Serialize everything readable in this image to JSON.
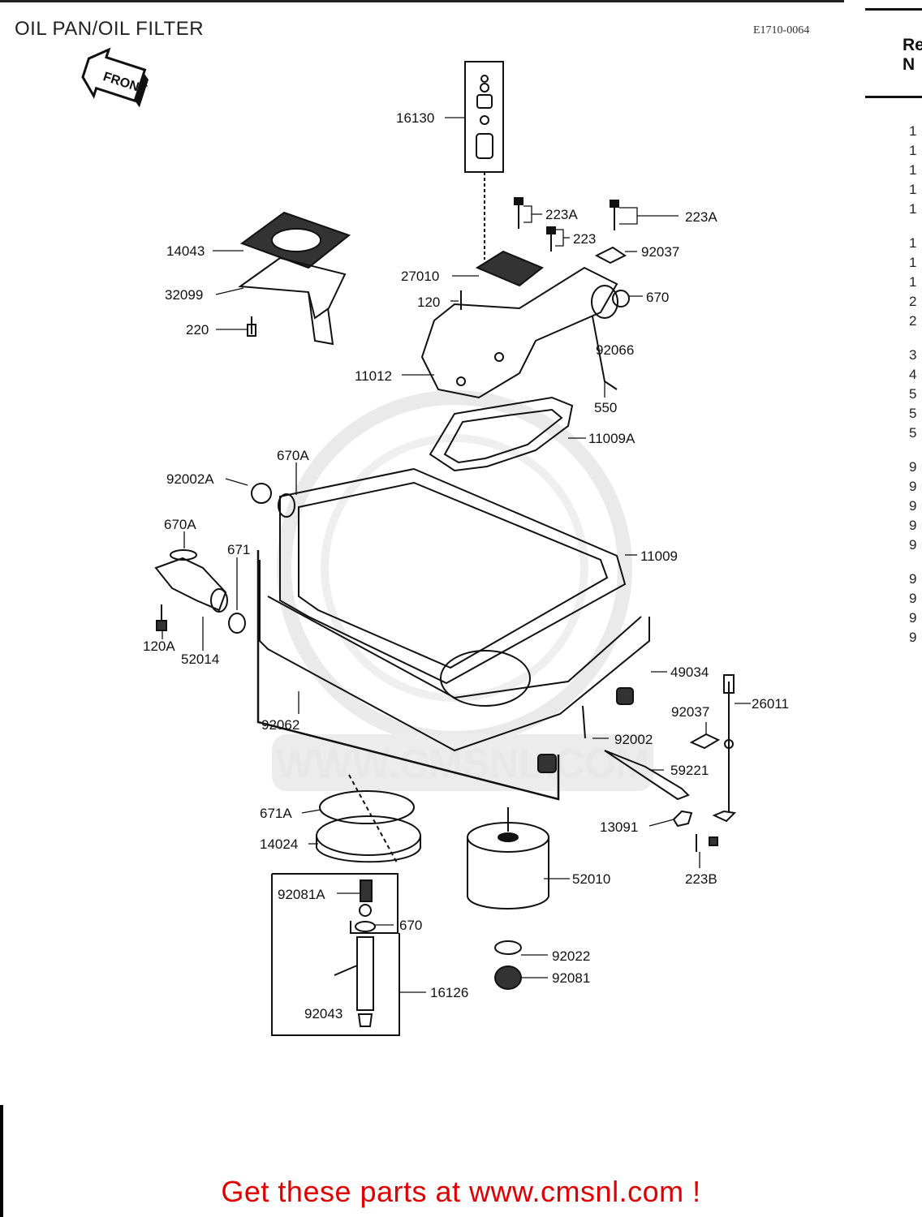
{
  "header": {
    "title": "OIL PAN/OIL FILTER",
    "diagram_code": "E1710-0064"
  },
  "watermark": "WWW.CMSNL.COM",
  "front_tag": "FRONT",
  "side_column": {
    "heading": "Re\nN",
    "items": [
      "1",
      "1",
      "1",
      "1",
      "1",
      "1",
      "1",
      "1",
      "2",
      "2",
      "3",
      "4",
      "5",
      "5",
      "5",
      "9",
      "9",
      "9",
      "9",
      "9",
      "9",
      "9",
      "9",
      "9"
    ]
  },
  "part_labels": [
    {
      "id": "p16130",
      "text": "16130"
    },
    {
      "id": "p223A1",
      "text": "223A"
    },
    {
      "id": "p223A2",
      "text": "223A"
    },
    {
      "id": "p223",
      "text": "223"
    },
    {
      "id": "p92037a",
      "text": "92037"
    },
    {
      "id": "p14043",
      "text": "14043"
    },
    {
      "id": "p32099",
      "text": "32099"
    },
    {
      "id": "p27010",
      "text": "27010"
    },
    {
      "id": "p120",
      "text": "120"
    },
    {
      "id": "p670a",
      "text": "670"
    },
    {
      "id": "p220",
      "text": "220"
    },
    {
      "id": "p92066",
      "text": "92066"
    },
    {
      "id": "p11012",
      "text": "11012"
    },
    {
      "id": "p550",
      "text": "550"
    },
    {
      "id": "p11009A",
      "text": "11009A"
    },
    {
      "id": "p670A1",
      "text": "670A"
    },
    {
      "id": "p92002A",
      "text": "92002A"
    },
    {
      "id": "p670A2",
      "text": "670A"
    },
    {
      "id": "p11009",
      "text": "11009"
    },
    {
      "id": "p671",
      "text": "671"
    },
    {
      "id": "p120A",
      "text": "120A"
    },
    {
      "id": "p52014",
      "text": "52014"
    },
    {
      "id": "p49034",
      "text": "49034"
    },
    {
      "id": "p92037b",
      "text": "92037"
    },
    {
      "id": "p26011",
      "text": "26011"
    },
    {
      "id": "p92062",
      "text": "92062"
    },
    {
      "id": "p92002",
      "text": "92002"
    },
    {
      "id": "p59221",
      "text": "59221"
    },
    {
      "id": "p671A",
      "text": "671A"
    },
    {
      "id": "p13091",
      "text": "13091"
    },
    {
      "id": "p14024",
      "text": "14024"
    },
    {
      "id": "p223B",
      "text": "223B"
    },
    {
      "id": "p52010",
      "text": "52010"
    },
    {
      "id": "p92081A",
      "text": "92081A"
    },
    {
      "id": "p670b",
      "text": "670"
    },
    {
      "id": "p92022",
      "text": "92022"
    },
    {
      "id": "p92081",
      "text": "92081"
    },
    {
      "id": "p16126",
      "text": "16126"
    },
    {
      "id": "p92043",
      "text": "92043"
    }
  ],
  "footer": {
    "cta": "Get these parts at www.cmsnl.com !",
    "cta_color": "#e00000"
  }
}
